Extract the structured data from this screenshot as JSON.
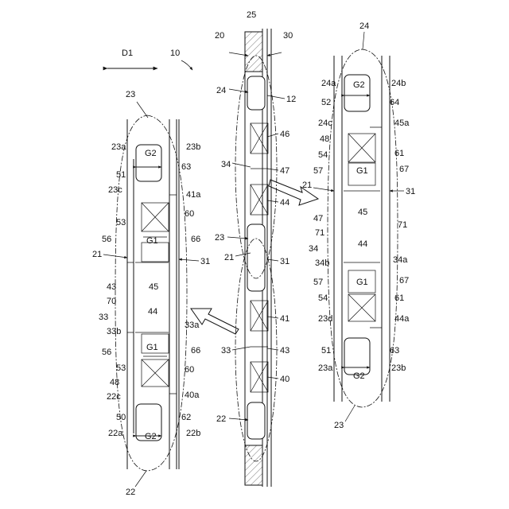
{
  "direction_label": "D1",
  "assembly_ref": "10",
  "center_strip": {
    "labels": [
      "25",
      "20",
      "30",
      "24",
      "12",
      "46",
      "34",
      "47",
      "44",
      "21",
      "23",
      "31",
      "41",
      "33",
      "43",
      "40",
      "22"
    ]
  },
  "left_detail": {
    "labels": [
      "23",
      "23a",
      "23b",
      "G2",
      "51",
      "63",
      "23c",
      "41a",
      "53",
      "60",
      "56",
      "21",
      "G1",
      "66",
      "31",
      "43",
      "45",
      "70",
      "33",
      "44",
      "33b",
      "33a",
      "56",
      "G1",
      "66",
      "53",
      "60",
      "48",
      "22c",
      "40a",
      "22a",
      "50",
      "62",
      "G2",
      "22b",
      "22"
    ]
  },
  "right_detail": {
    "labels": [
      "24",
      "24a",
      "G2",
      "24b",
      "52",
      "64",
      "24c",
      "45a",
      "48",
      "61",
      "54",
      "57",
      "G1",
      "67",
      "21",
      "31",
      "47",
      "45",
      "71",
      "71",
      "44",
      "34",
      "34b",
      "34a",
      "57",
      "G1",
      "67",
      "54",
      "61",
      "23d",
      "44a",
      "51",
      "63",
      "23a",
      "G2",
      "23b",
      "23"
    ]
  }
}
